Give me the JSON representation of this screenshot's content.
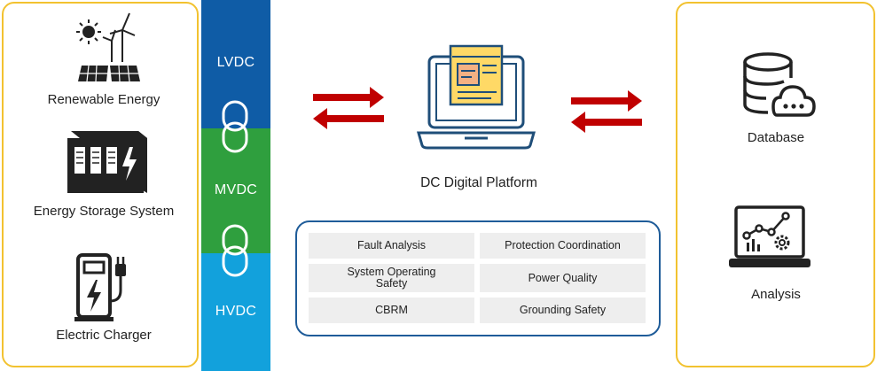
{
  "sources": {
    "renewable_label": "Renewable Energy",
    "storage_label": "Energy Storage System",
    "charger_label": "Electric Charger"
  },
  "voltage_bands": [
    {
      "label": "LVDC",
      "color": "#0f5ca6"
    },
    {
      "label": "MVDC",
      "color": "#2f9f3e"
    },
    {
      "label": "HVDC",
      "color": "#12a1dc"
    }
  ],
  "platform": {
    "title": "DC Digital Platform",
    "functions": [
      "Fault Analysis",
      "Protection Coordination",
      "System Operating\nSafety",
      "Power Quality",
      "CBRM",
      "Grounding Safety"
    ]
  },
  "outputs": {
    "database_label": "Database",
    "analysis_label": "Analysis"
  },
  "colors": {
    "panel_border": "#f2c230",
    "arrow": "#c00000",
    "function_box_border": "#1f5c99",
    "laptop_outline": "#1f4e79",
    "document": "#ffd966"
  },
  "icons": [
    "sun-icon",
    "wind-turbine-icon",
    "solar-panel-icon",
    "battery-storage-icon",
    "ev-charger-icon",
    "chain-link-icon",
    "laptop-document-icon",
    "database-cloud-icon",
    "laptop-analytics-icon",
    "double-arrow-icon"
  ]
}
